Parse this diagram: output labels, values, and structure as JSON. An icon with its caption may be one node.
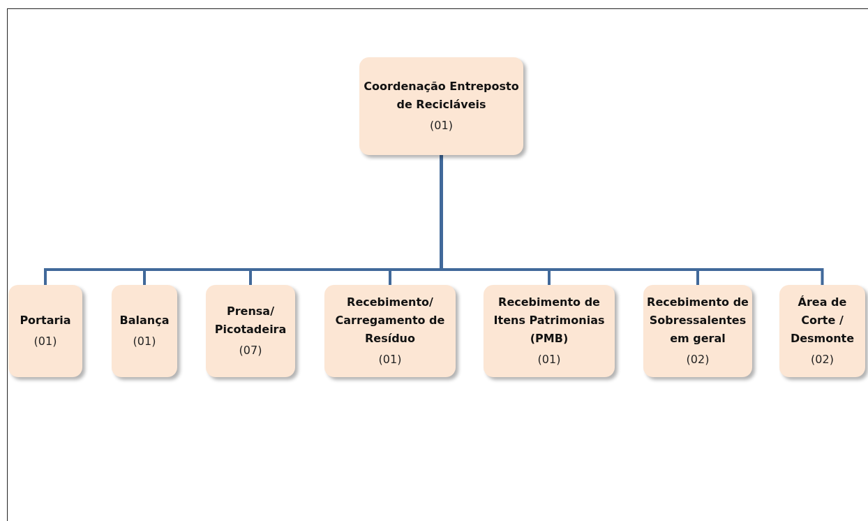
{
  "diagram": {
    "nodes": [
      {
        "text": [
          "Coordenação Entreposto de Recicláveis",
          "(01)"
        ]
      },
      {
        "text": [
          "Portaria",
          "(01)"
        ]
      },
      {
        "text": [
          "Balança",
          "(01)"
        ]
      },
      {
        "text": [
          "Prensa/ Picotadeira",
          "(07)"
        ]
      },
      {
        "text": [
          "Recebimento/ Carregamento de Resíduo",
          "(01)"
        ]
      },
      {
        "text": [
          "Recebimento de Itens Patrimonias (PMB)",
          "(01)"
        ]
      },
      {
        "text": [
          "Recebimento de Sobressalentes em geral",
          "(02)"
        ]
      },
      {
        "text": [
          "Área de Corte / Desmonte",
          "(02)"
        ]
      }
    ],
    "edges": [
      {
        "from": 0,
        "to": 1,
        "arrow": "none"
      },
      {
        "from": 0,
        "to": 2,
        "arrow": "none"
      },
      {
        "from": 0,
        "to": 3,
        "arrow": "none"
      },
      {
        "from": 0,
        "to": 4,
        "arrow": "none"
      },
      {
        "from": 0,
        "to": 5,
        "arrow": "none"
      },
      {
        "from": 0,
        "to": 6,
        "arrow": "none"
      },
      {
        "from": 0,
        "to": 7,
        "arrow": "none"
      }
    ]
  }
}
